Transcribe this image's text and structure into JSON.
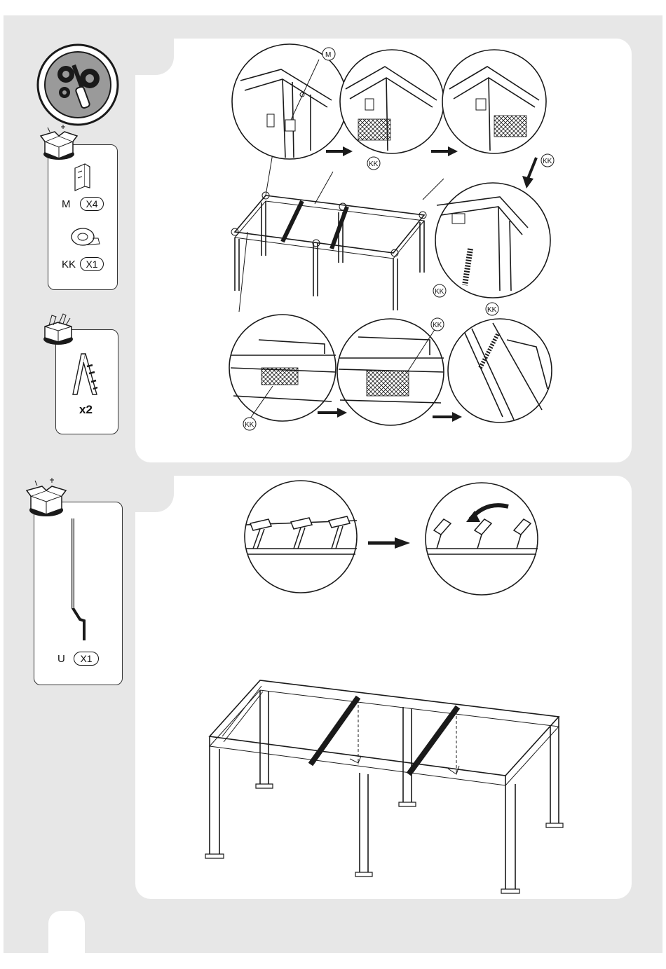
{
  "tools": {
    "icon": "gears-screwdriver-icon"
  },
  "step1": {
    "parts": [
      {
        "code": "M",
        "qty": "X4",
        "icon": "bracket-icon"
      },
      {
        "code": "KK",
        "qty": "X1",
        "icon": "tape-roll-icon"
      }
    ],
    "ladder_qty": "x2",
    "callouts": {
      "m_tag": "M",
      "kk_tag": "KK"
    }
  },
  "step2": {
    "parts": [
      {
        "code": "U",
        "qty": "X1",
        "icon": "crank-handle-icon"
      }
    ]
  }
}
